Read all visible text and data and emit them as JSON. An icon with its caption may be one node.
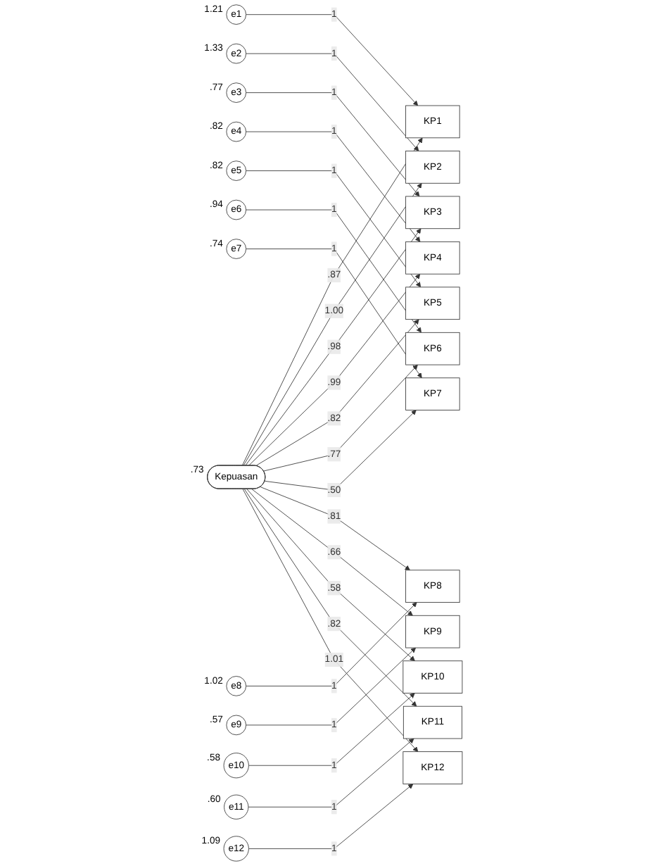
{
  "diagram": {
    "nodes": [
      {
        "text": [
          "e1"
        ],
        "beside": [
          "1.21"
        ]
      },
      {
        "text": [
          "e2"
        ],
        "beside": [
          "1.33"
        ]
      },
      {
        "text": [
          "e3"
        ],
        "beside": [
          ".77"
        ]
      },
      {
        "text": [
          "e4"
        ],
        "beside": [
          ".82"
        ]
      },
      {
        "text": [
          "e5"
        ],
        "beside": [
          ".82"
        ]
      },
      {
        "text": [
          "e6"
        ],
        "beside": [
          ".94"
        ]
      },
      {
        "text": [
          "e7"
        ],
        "beside": [
          ".74"
        ]
      },
      {
        "text": [
          "e8"
        ],
        "beside": [
          "1.02"
        ]
      },
      {
        "text": [
          "e9"
        ],
        "beside": [
          ".57"
        ]
      },
      {
        "text": [
          "e10"
        ],
        "beside": [
          ".58"
        ]
      },
      {
        "text": [
          "e11"
        ],
        "beside": [
          ".60"
        ]
      },
      {
        "text": [
          "e12"
        ],
        "beside": [
          "1.09"
        ]
      },
      {
        "text": [
          "KP1"
        ]
      },
      {
        "text": [
          "KP2"
        ]
      },
      {
        "text": [
          "KP3"
        ]
      },
      {
        "text": [
          "KP4"
        ]
      },
      {
        "text": [
          "KP5"
        ]
      },
      {
        "text": [
          "KP6"
        ]
      },
      {
        "text": [
          "KP7"
        ]
      },
      {
        "text": [
          "KP8"
        ]
      },
      {
        "text": [
          "KP9"
        ]
      },
      {
        "text": [
          "KP10"
        ]
      },
      {
        "text": [
          "KP11"
        ]
      },
      {
        "text": [
          "KP12"
        ]
      },
      {
        "text": [
          "Kepuasan"
        ],
        "beside": [
          ".73"
        ]
      }
    ],
    "edges": [
      {
        "from": 0,
        "to": 12,
        "arrow": "to",
        "label": "1"
      },
      {
        "from": 1,
        "to": 13,
        "arrow": "to",
        "label": "1"
      },
      {
        "from": 2,
        "to": 14,
        "arrow": "to",
        "label": "1"
      },
      {
        "from": 3,
        "to": 15,
        "arrow": "to",
        "label": "1"
      },
      {
        "from": 4,
        "to": 16,
        "arrow": "to",
        "label": "1"
      },
      {
        "from": 5,
        "to": 17,
        "arrow": "to",
        "label": "1"
      },
      {
        "from": 6,
        "to": 18,
        "arrow": "to",
        "label": "1"
      },
      {
        "from": 7,
        "to": 19,
        "arrow": "to",
        "label": "1"
      },
      {
        "from": 8,
        "to": 20,
        "arrow": "to",
        "label": "1"
      },
      {
        "from": 9,
        "to": 21,
        "arrow": "to",
        "label": "1"
      },
      {
        "from": 10,
        "to": 22,
        "arrow": "to",
        "label": "1"
      },
      {
        "from": 11,
        "to": 23,
        "arrow": "to",
        "label": "1"
      },
      {
        "from": 24,
        "to": 12,
        "arrow": "to",
        "label": ".87"
      },
      {
        "from": 24,
        "to": 13,
        "arrow": "to",
        "label": "1.00"
      },
      {
        "from": 24,
        "to": 14,
        "arrow": "to",
        "label": ".98"
      },
      {
        "from": 24,
        "to": 15,
        "arrow": "to",
        "label": ".99"
      },
      {
        "from": 24,
        "to": 16,
        "arrow": "to",
        "label": ".82"
      },
      {
        "from": 24,
        "to": 17,
        "arrow": "to",
        "label": ".77"
      },
      {
        "from": 24,
        "to": 18,
        "arrow": "to",
        "label": ".50"
      },
      {
        "from": 24,
        "to": 19,
        "arrow": "to",
        "label": ".81"
      },
      {
        "from": 24,
        "to": 20,
        "arrow": "to",
        "label": ".66"
      },
      {
        "from": 24,
        "to": 21,
        "arrow": "to",
        "label": ".58"
      },
      {
        "from": 24,
        "to": 22,
        "arrow": "to",
        "label": ".82"
      },
      {
        "from": 24,
        "to": 23,
        "arrow": "to",
        "label": "1.01"
      }
    ]
  }
}
